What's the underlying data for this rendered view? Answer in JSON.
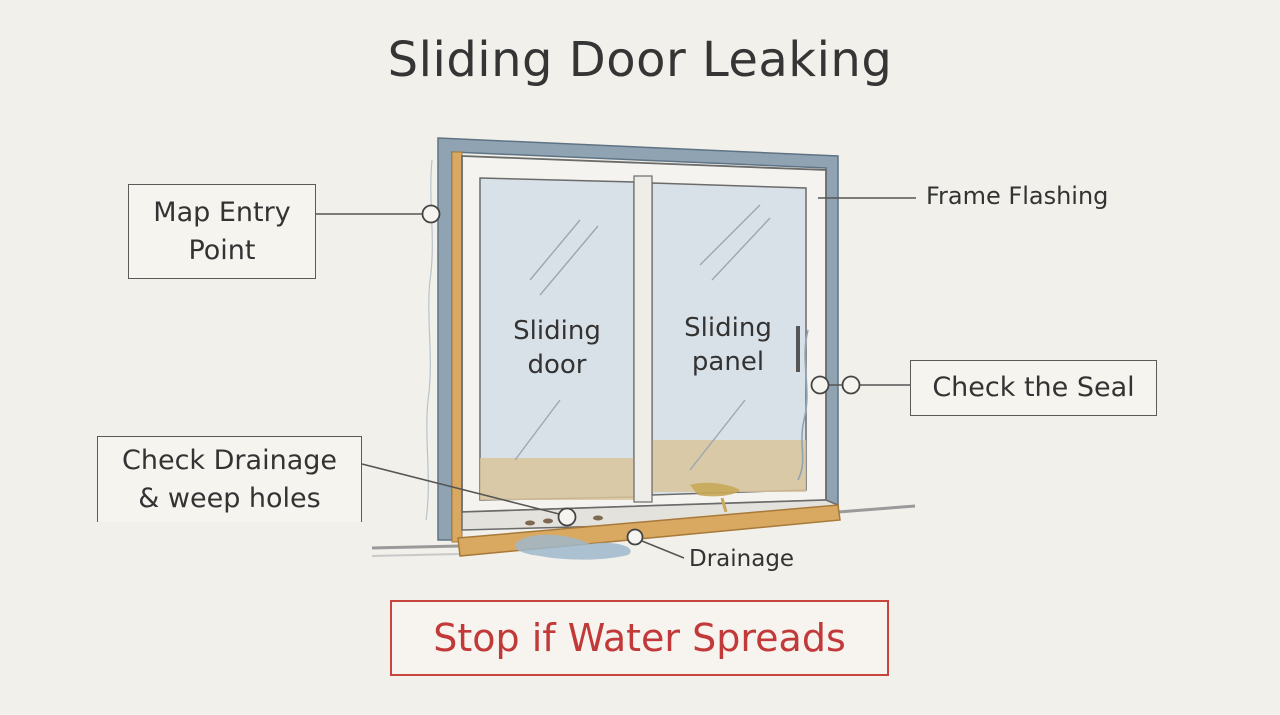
{
  "title": "Sliding Door Leaking",
  "panels": {
    "left": "Sliding\ndoor",
    "right": "Sliding\npanel"
  },
  "callouts": {
    "map_entry": "Map Entry\nPoint",
    "frame_flashing": "Frame Flashing",
    "check_seal": "Check the Seal",
    "check_drainage": "Check Drainage\n& weep holes",
    "drainage": "Drainage"
  },
  "warning": "Stop if Water Spreads",
  "colors": {
    "frame_blue": "#8fa3b3",
    "glass": "#d9e1e8",
    "wood": "#d9a861",
    "water": "#9fb9cc",
    "warning_red": "#c2393a"
  }
}
